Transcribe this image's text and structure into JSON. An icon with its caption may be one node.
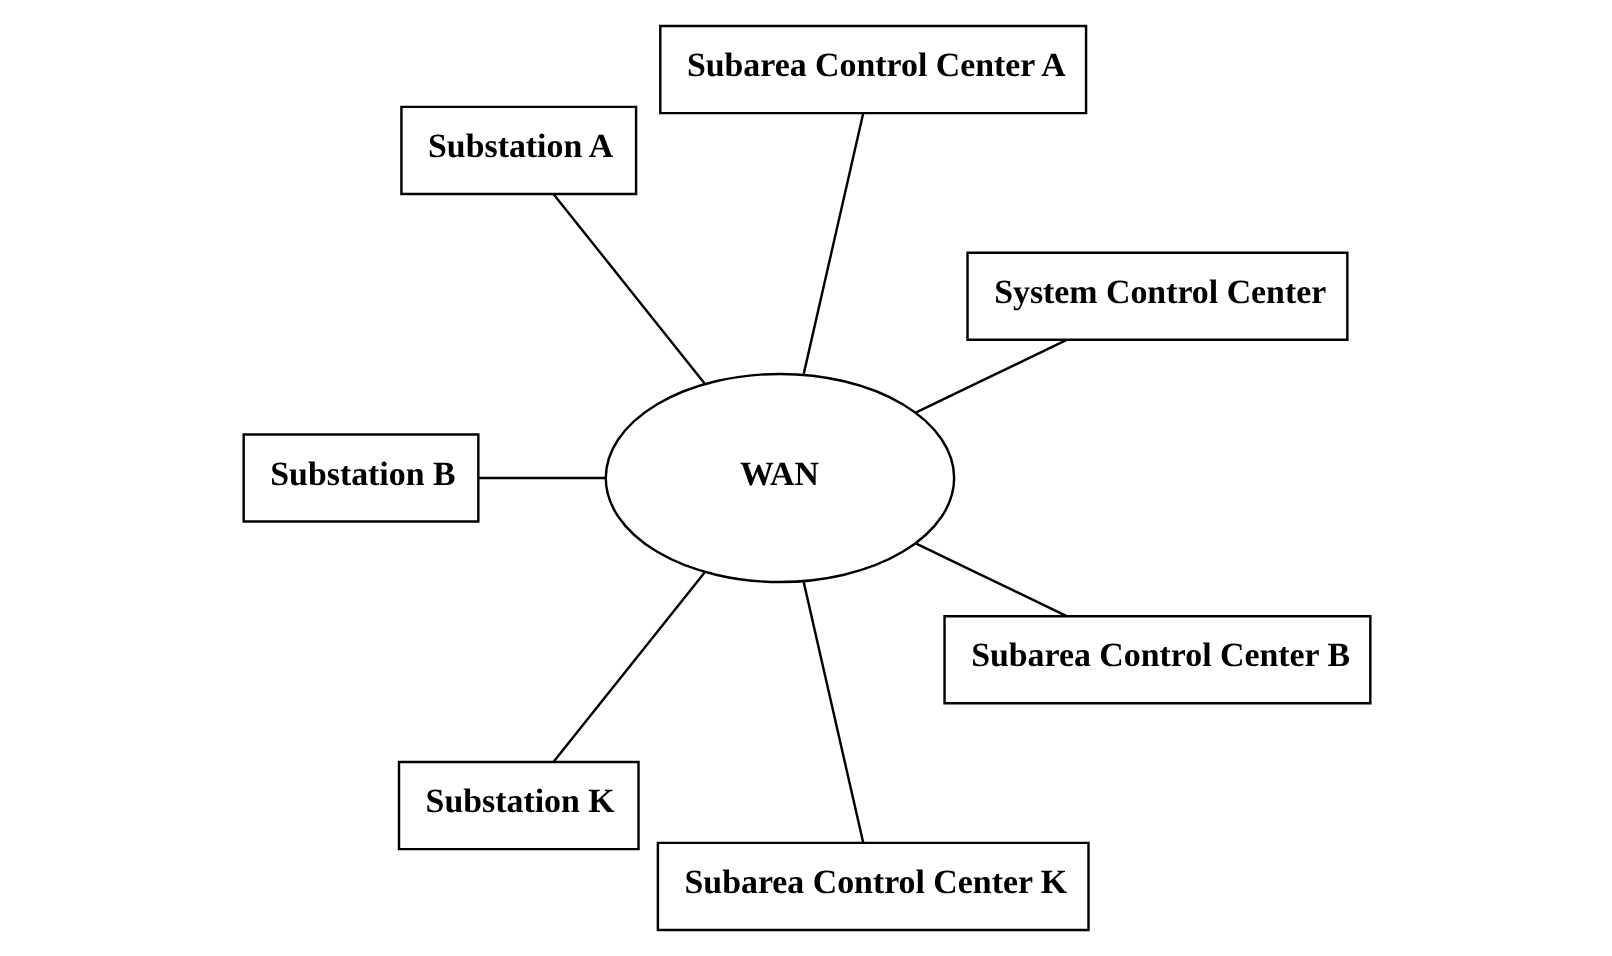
{
  "diagram": {
    "nodes": [
      {
        "text": [
          "System Control Center"
        ]
      },
      {
        "text": [
          "Subarea Control Center A"
        ]
      },
      {
        "text": [
          "Substation A"
        ]
      },
      {
        "text": [
          "WAN"
        ]
      },
      {
        "text": [
          "Substation B"
        ]
      },
      {
        "text": [
          "Substation K"
        ]
      },
      {
        "text": [
          "Subarea Control Center K"
        ]
      },
      {
        "text": [
          "Subarea Control Center B"
        ]
      }
    ],
    "edges": [
      {
        "from": 3,
        "to": 0,
        "arrow": "none"
      },
      {
        "from": 3,
        "to": 2,
        "arrow": "none"
      },
      {
        "from": 3,
        "to": 1,
        "arrow": "none"
      },
      {
        "from": 3,
        "to": 4,
        "arrow": "none"
      },
      {
        "from": 3,
        "to": 5,
        "arrow": "none"
      },
      {
        "from": 3,
        "to": 6,
        "arrow": "none"
      },
      {
        "from": 3,
        "to": 7,
        "arrow": "none"
      }
    ]
  }
}
